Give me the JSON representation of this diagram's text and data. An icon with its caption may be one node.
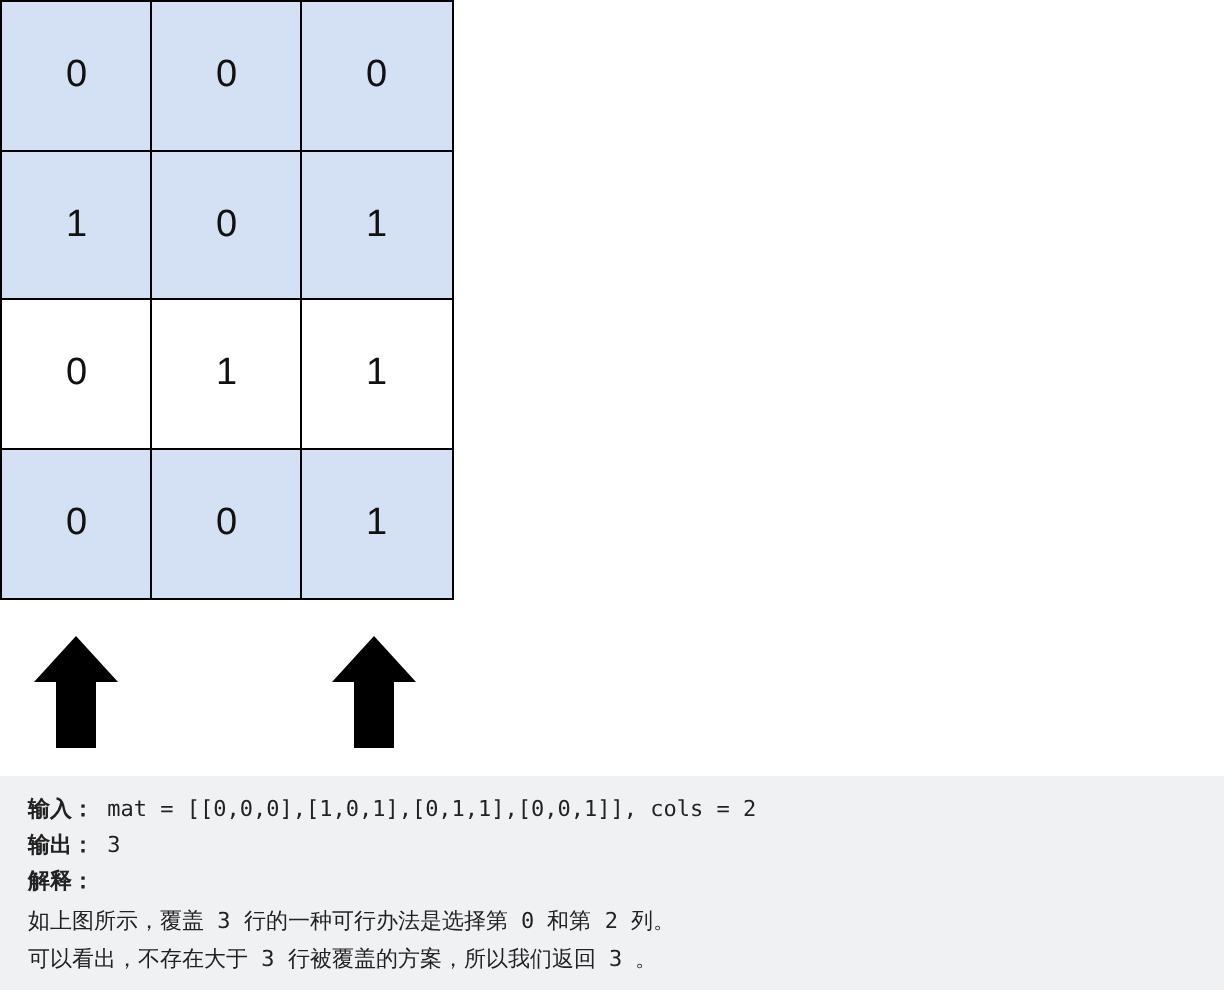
{
  "diagram": {
    "nodes": [
      {
        "text": [
          "0"
        ]
      },
      {
        "text": [
          "0"
        ]
      },
      {
        "text": [
          "0"
        ]
      },
      {
        "text": [
          "1"
        ]
      },
      {
        "text": [
          "0"
        ]
      },
      {
        "text": [
          "1"
        ]
      },
      {
        "text": [
          "0"
        ]
      },
      {
        "text": [
          "1"
        ]
      },
      {
        "text": [
          "1"
        ]
      },
      {
        "text": [
          "0"
        ]
      },
      {
        "text": [
          "0"
        ]
      },
      {
        "text": [
          "1"
        ]
      }
    ],
    "labels": [
      "**输入：** mat = [[0,0,0],[1,0,1],[0,1,1],[0,0,1]], cols = 2",
      "**输出：** 3",
      "解释：",
      "如上图所示，覆盖 3 行的一种可行办法是选择第 0 和第 2 列。",
      "可以看出，不存在大于 3 行被覆盖的方案，所以我们返回 3 。"
    ]
  }
}
